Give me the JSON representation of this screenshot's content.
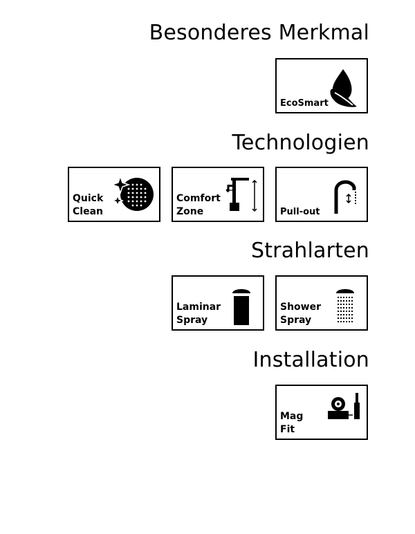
{
  "sections": {
    "feature": {
      "title": "Besonderes Merkmal",
      "tiles": [
        {
          "label": "EcoSmart",
          "icon": "leaf-icon"
        }
      ]
    },
    "technology": {
      "title": "Technologien",
      "tiles": [
        {
          "label": "Quick\nClean",
          "icon": "quick-clean-icon"
        },
        {
          "label": "Comfort\nZone",
          "icon": "comfort-zone-icon"
        },
        {
          "label": "Pull-out",
          "icon": "pull-out-icon"
        }
      ]
    },
    "spray": {
      "title": "Strahlarten",
      "tiles": [
        {
          "label": "Laminar\nSpray",
          "icon": "laminar-spray-icon"
        },
        {
          "label": "Shower\nSpray",
          "icon": "shower-spray-icon"
        }
      ]
    },
    "installation": {
      "title": "Installation",
      "tiles": [
        {
          "label": "Mag\nFit",
          "icon": "magfit-icon"
        }
      ]
    }
  }
}
